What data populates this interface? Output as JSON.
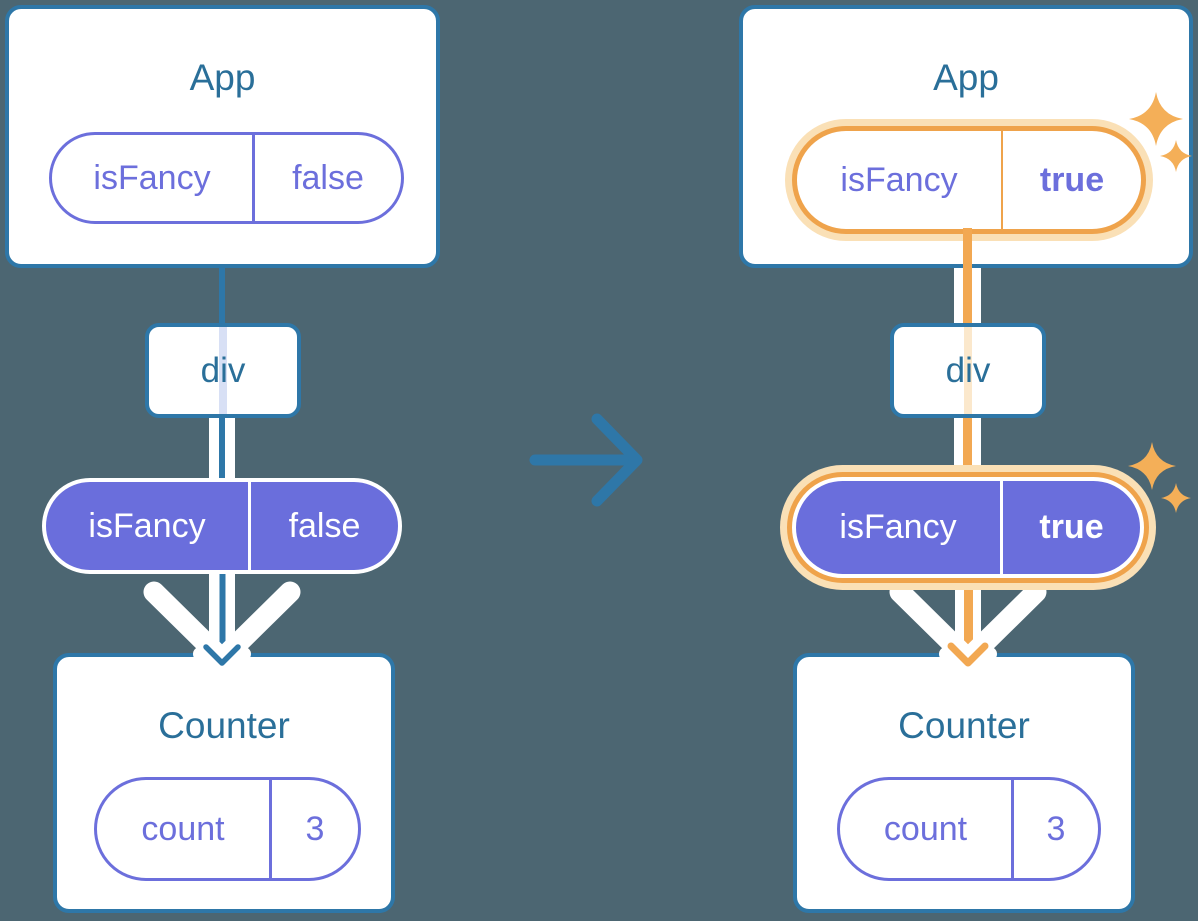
{
  "colors": {
    "background": "#4C6672",
    "card_fill": "#FFFFFF",
    "card_border_blue": "#2E77A8",
    "heading_text": "#2A6F99",
    "purple_fill": "#6A6EDC",
    "purple_outline_text": "#6C6FDC",
    "highlight_orange": "#EFA34B",
    "orange_line": "#F2A852",
    "orange_glow": "#FAE0B6",
    "lavender_trace": "#D8E0F5",
    "peach_trace": "#FBE8CC",
    "sparkle": "#F4AF58",
    "arrow_white": "#FFFFFF"
  },
  "panels": {
    "before": {
      "app": {
        "title": "App",
        "prop_name": "isFancy",
        "prop_value": "false"
      },
      "div_label": "div",
      "passed_prop": {
        "name": "isFancy",
        "value": "false"
      },
      "counter": {
        "title": "Counter",
        "state_name": "count",
        "state_value": "3"
      }
    },
    "after": {
      "app": {
        "title": "App",
        "prop_name": "isFancy",
        "prop_value": "true"
      },
      "div_label": "div",
      "passed_prop": {
        "name": "isFancy",
        "value": "true"
      },
      "counter": {
        "title": "Counter",
        "state_name": "count",
        "state_value": "3"
      }
    }
  }
}
